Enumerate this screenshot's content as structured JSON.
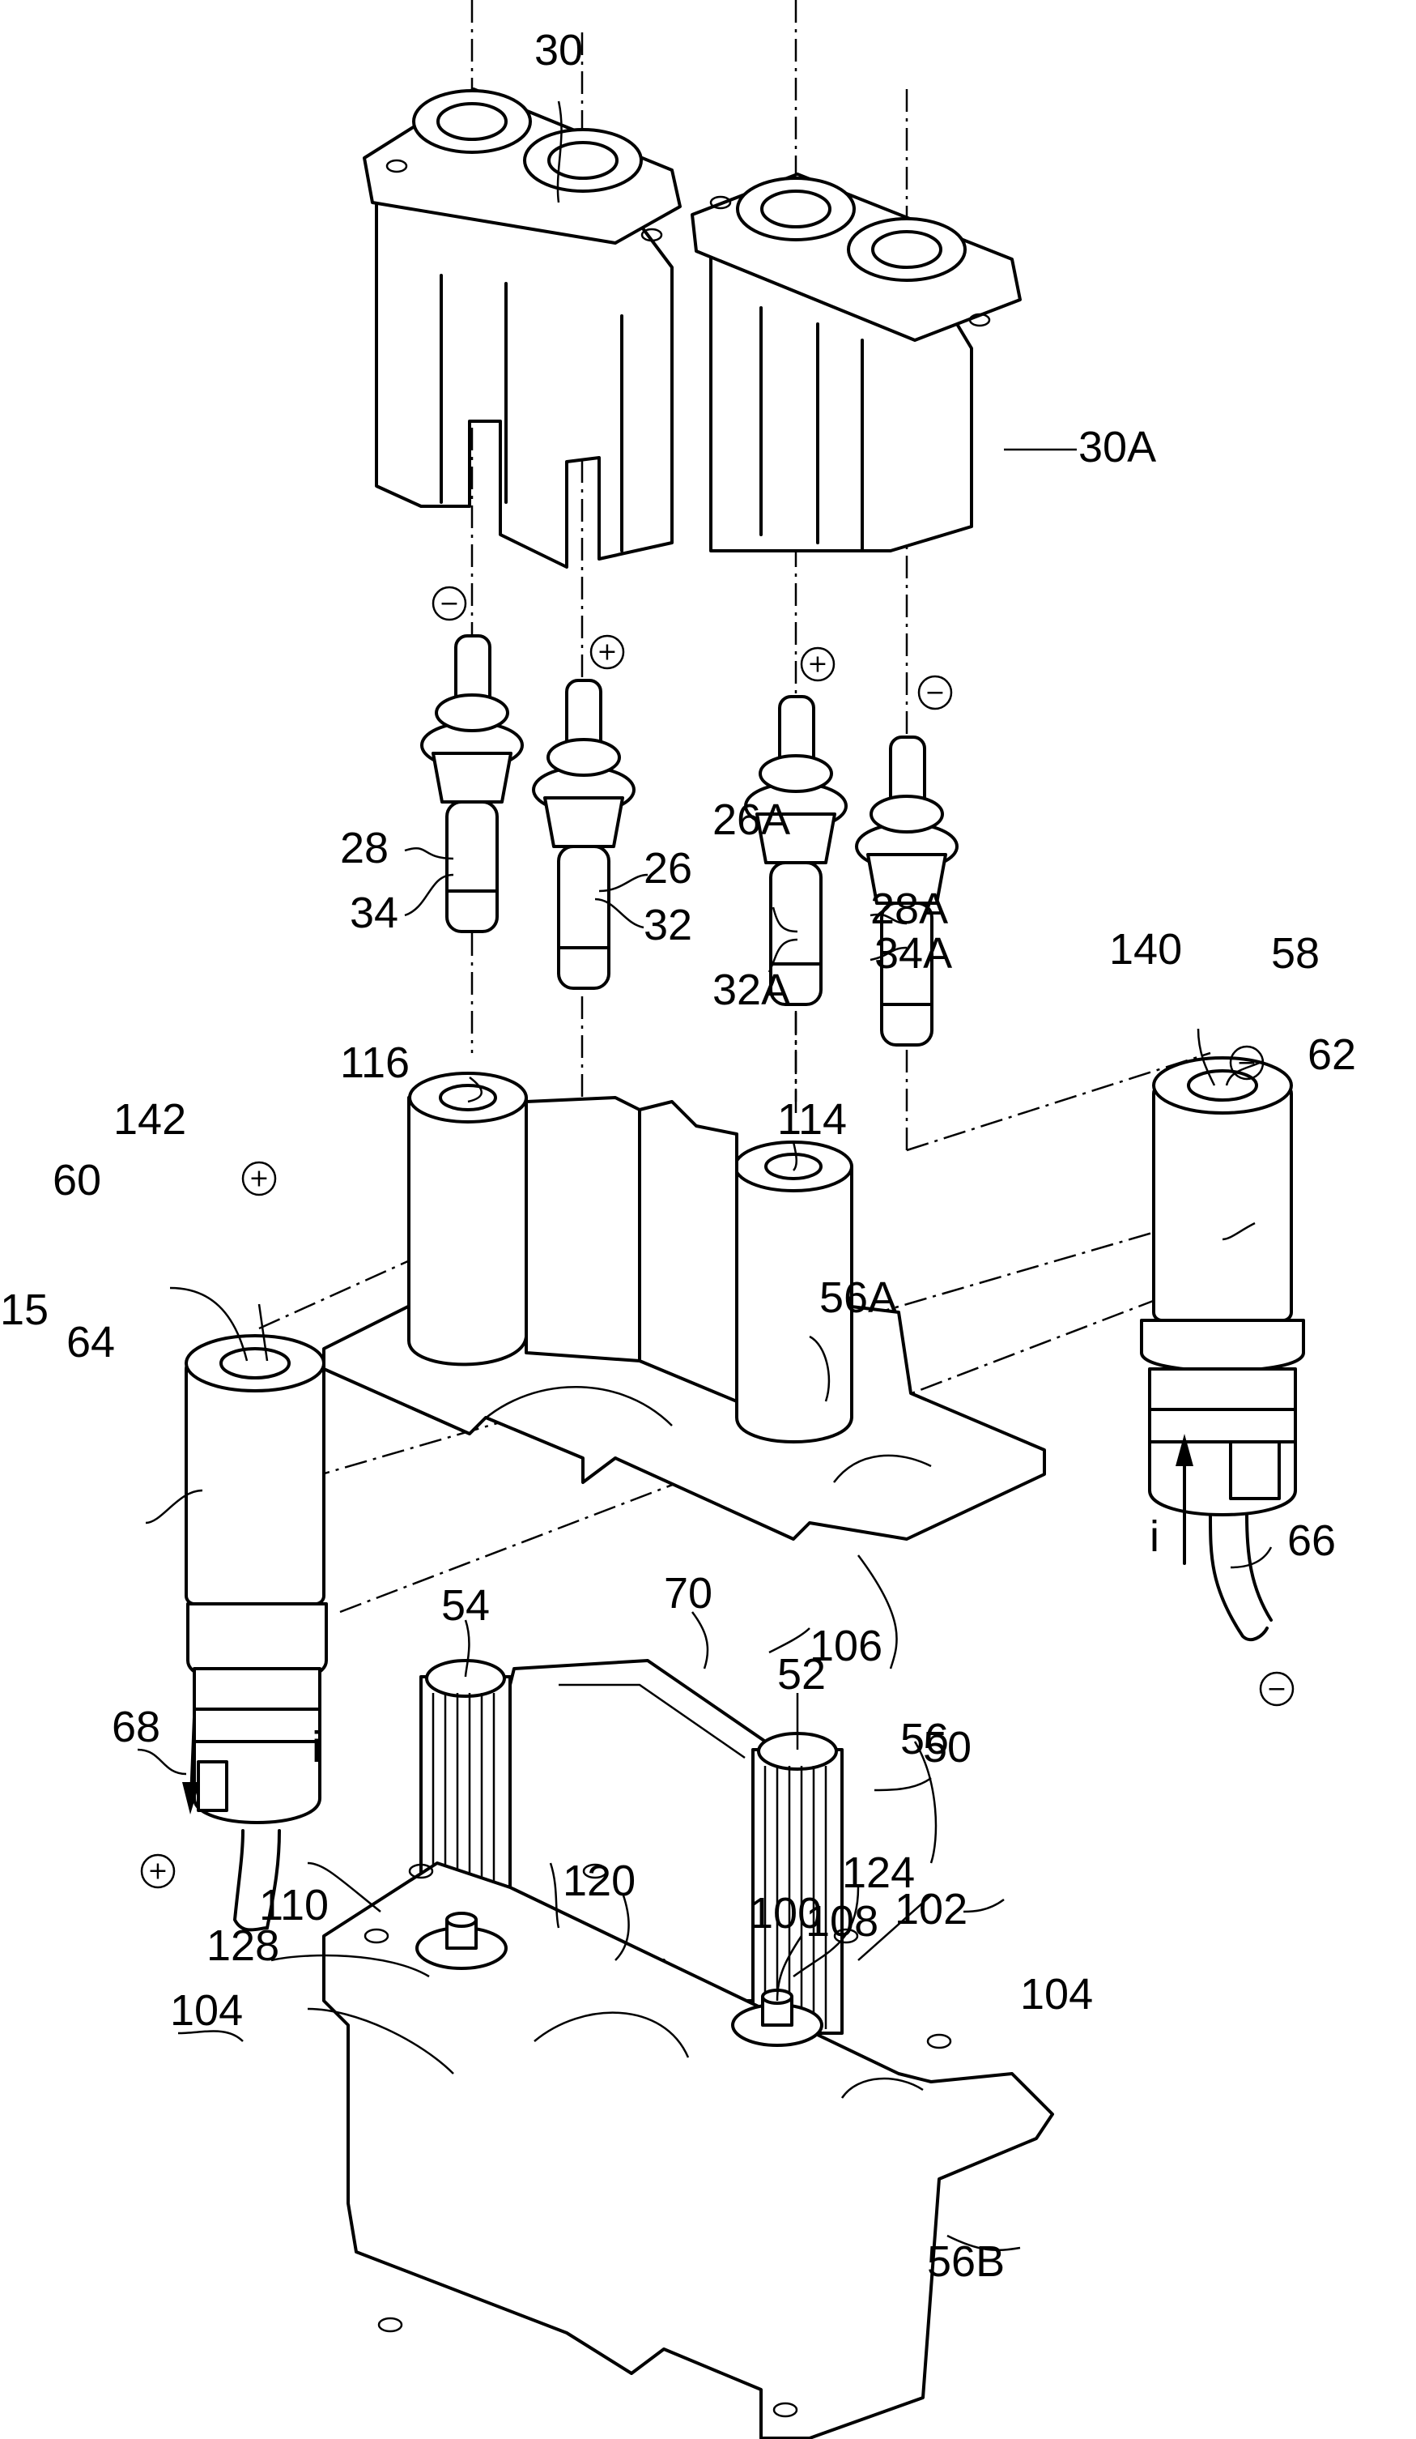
{
  "figure": {
    "type": "patent exploded isometric drawing",
    "reference_labels": {
      "top_holder_left": "30",
      "top_holder_right": "30A",
      "pin_left_neg": "28",
      "pin_left_neg_tip": "34",
      "pin_left_pos": "26",
      "pin_left_pos_tip": "32",
      "pin_right_pos": "26A",
      "pin_right_pos_tip": "32A",
      "pin_right_neg": "28A",
      "pin_right_neg_tip": "34A",
      "socket_left_hole": "116",
      "socket_right_hole": "114",
      "plate_upper": "56A",
      "connector_right": "58",
      "connector_right_hole": "140",
      "connector_right_body": "62",
      "connector_left": "60",
      "connector_left_hole": "142",
      "connector_left_body": "64",
      "assembly": "15",
      "cable_right": "66",
      "cable_left": "68",
      "notch": "106",
      "busbar": "56",
      "heat_unit": "70",
      "fin_left": "54",
      "fin_right": "52",
      "fin_assembly": "50",
      "post_left": "110",
      "recess": "120",
      "ring_left": "128",
      "cavity": "100",
      "post_right": "108",
      "ring_right": "124",
      "slot": "102",
      "tab_left": "104",
      "tab_right": "104",
      "plate_lower": "56B"
    },
    "polarity_symbols": {
      "negative": "−",
      "positive": "+"
    },
    "current_label": "i"
  }
}
